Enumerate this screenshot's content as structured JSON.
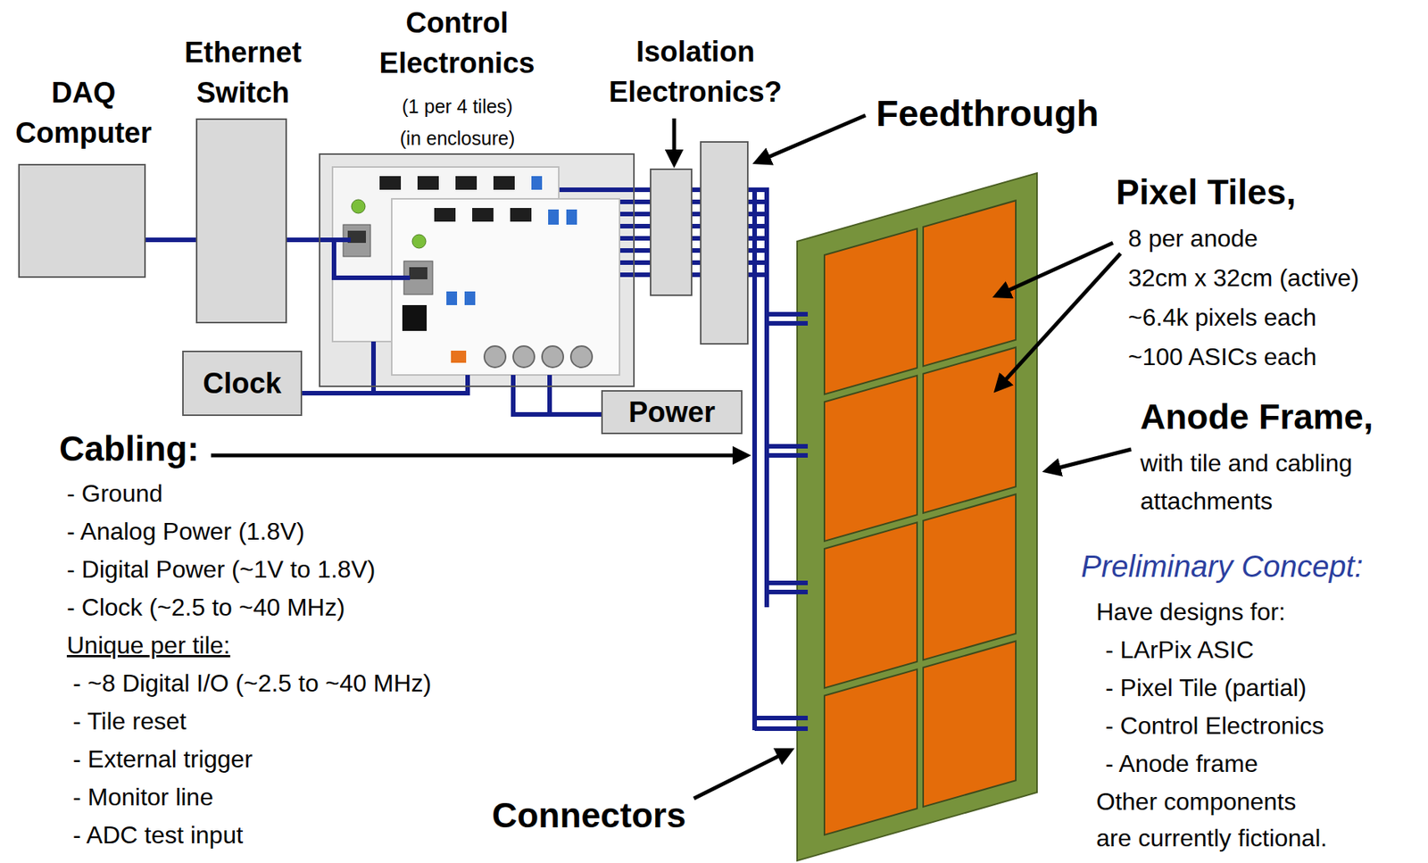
{
  "diagram": {
    "nodes": [
      {
        "text": [
          "DAQ Computer"
        ]
      },
      {
        "text": [
          "Ethernet Switch"
        ]
      },
      {
        "text": [
          "Control Electronics",
          "(1 per 4 tiles) (in enclosure)"
        ]
      },
      {
        "text": [
          "Isolation Electronics?"
        ]
      },
      {
        "text": [
          "Feedthrough"
        ]
      },
      {
        "text": [
          "Clock"
        ]
      },
      {
        "text": [
          "Power"
        ]
      }
    ],
    "edges": [
      {
        "from": 0,
        "to": 1,
        "arrow": "none"
      },
      {
        "from": 1,
        "to": 2,
        "arrow": "none"
      },
      {
        "from": 2,
        "to": 3,
        "arrow": "none"
      },
      {
        "from": 3,
        "to": 4,
        "arrow": "none"
      },
      {
        "from": 5,
        "to": 2,
        "arrow": "none"
      },
      {
        "from": 6,
        "to": 2,
        "arrow": "none"
      }
    ],
    "labels": [
      "Pixel Tiles,",
      "8 per anode",
      "32cm x 32cm (active)",
      "~6.4k pixels each",
      "~100 ASICs each",
      "Anode Frame,",
      "with tile and cabling attachments",
      "Preliminary Concept:",
      "Have designs for:",
      "- LArPix ASIC",
      "- Pixel Tile (partial)",
      "- Control Electronics",
      "- Anode frame",
      "Other components are currently fictional.",
      "Cabling:",
      "- Ground",
      "- Analog Power (1.8V)",
      "- Digital Power (~1V to 1.8V)",
      "- Clock (~2.5 to ~40 MHz)",
      "Unique per tile:",
      "- ~8 Digital I/O (~2.5 to ~40 MHz)",
      "- Tile reset",
      "- External trigger",
      "- Monitor line",
      "- ADC test input",
      "Connectors"
    ]
  }
}
